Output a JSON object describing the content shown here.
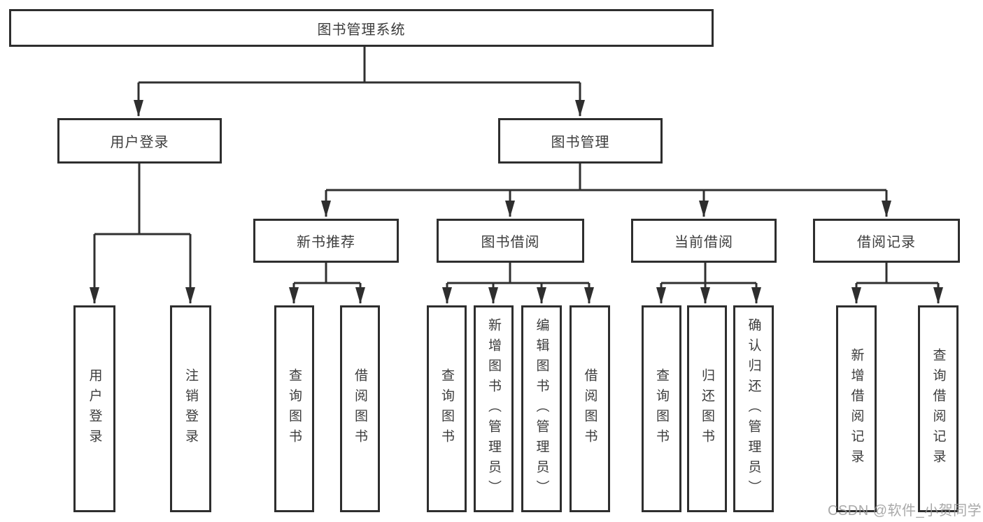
{
  "watermark": "CSDN @软件_小贺同学",
  "tree": {
    "root": "图书管理系统",
    "branches": [
      {
        "label": "用户登录",
        "children": [
          "用户登录",
          "注销登录"
        ]
      },
      {
        "label": "图书管理",
        "children": [
          {
            "label": "新书推荐",
            "children": [
              "查询图书",
              "借阅图书"
            ]
          },
          {
            "label": "图书借阅",
            "children": [
              "查询图书",
              "新增图书（管理员）",
              "编辑图书（管理员）",
              "借阅图书"
            ]
          },
          {
            "label": "当前借阅",
            "children": [
              "查询图书",
              "归还图书",
              "确认归还（管理员）"
            ]
          },
          {
            "label": "借阅记录",
            "children": [
              "新增借阅记录",
              "查询借阅记录"
            ]
          }
        ]
      }
    ]
  }
}
